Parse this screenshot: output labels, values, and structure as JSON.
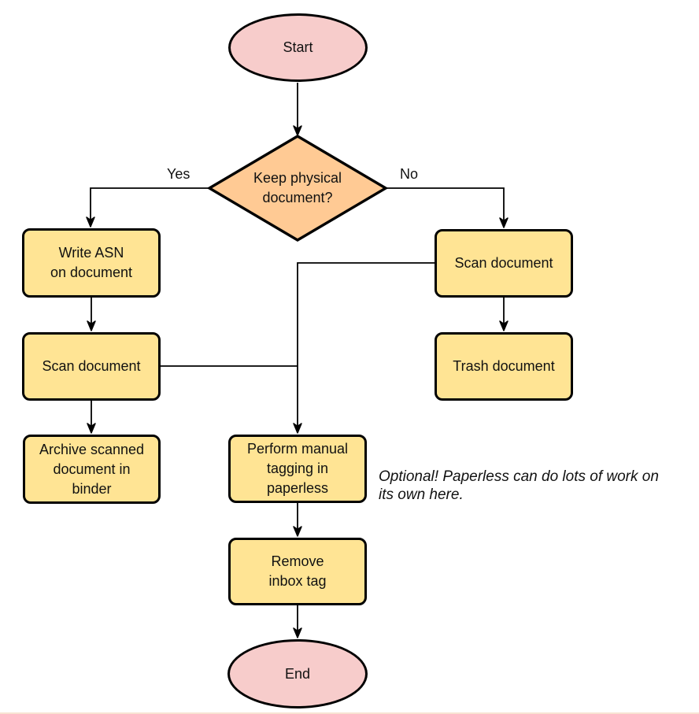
{
  "diagram": {
    "type": "flowchart",
    "nodes": {
      "start": {
        "label": "Start",
        "shape": "terminal"
      },
      "decision": {
        "label": "Keep physical\ndocument?",
        "shape": "decision"
      },
      "write_asn": {
        "label": "Write ASN\non document",
        "shape": "process"
      },
      "scan_left": {
        "label": "Scan document",
        "shape": "process"
      },
      "archive": {
        "label": "Archive scanned\ndocument in\nbinder",
        "shape": "process"
      },
      "scan_right": {
        "label": "Scan document",
        "shape": "process"
      },
      "trash": {
        "label": "Trash document",
        "shape": "process"
      },
      "tagging": {
        "label": "Perform manual\ntagging in\npaperless",
        "shape": "process"
      },
      "remove_inbox": {
        "label": "Remove\ninbox tag",
        "shape": "process"
      },
      "end": {
        "label": "End",
        "shape": "terminal"
      }
    },
    "edge_labels": {
      "yes": "Yes",
      "no": "No"
    },
    "edges": [
      {
        "from": "start",
        "to": "decision"
      },
      {
        "from": "decision",
        "to": "write_asn",
        "label": "Yes"
      },
      {
        "from": "decision",
        "to": "scan_right",
        "label": "No"
      },
      {
        "from": "write_asn",
        "to": "scan_left"
      },
      {
        "from": "scan_left",
        "to": "archive"
      },
      {
        "from": "scan_right",
        "to": "trash"
      },
      {
        "from": "scan_right",
        "to": "tagging"
      },
      {
        "from": "scan_left",
        "to": "tagging"
      },
      {
        "from": "tagging",
        "to": "remove_inbox"
      },
      {
        "from": "remove_inbox",
        "to": "end"
      }
    ],
    "note": "Optional! Paperless can do lots of work on\nits own here.",
    "colors": {
      "process_fill": "#FFE494",
      "decision_fill": "#FFCA94",
      "terminal_fill": "#F7CCCB",
      "stroke": "#000000",
      "background": "#FFFFFF",
      "bottom_edge_line": "#F8E3D2"
    }
  }
}
